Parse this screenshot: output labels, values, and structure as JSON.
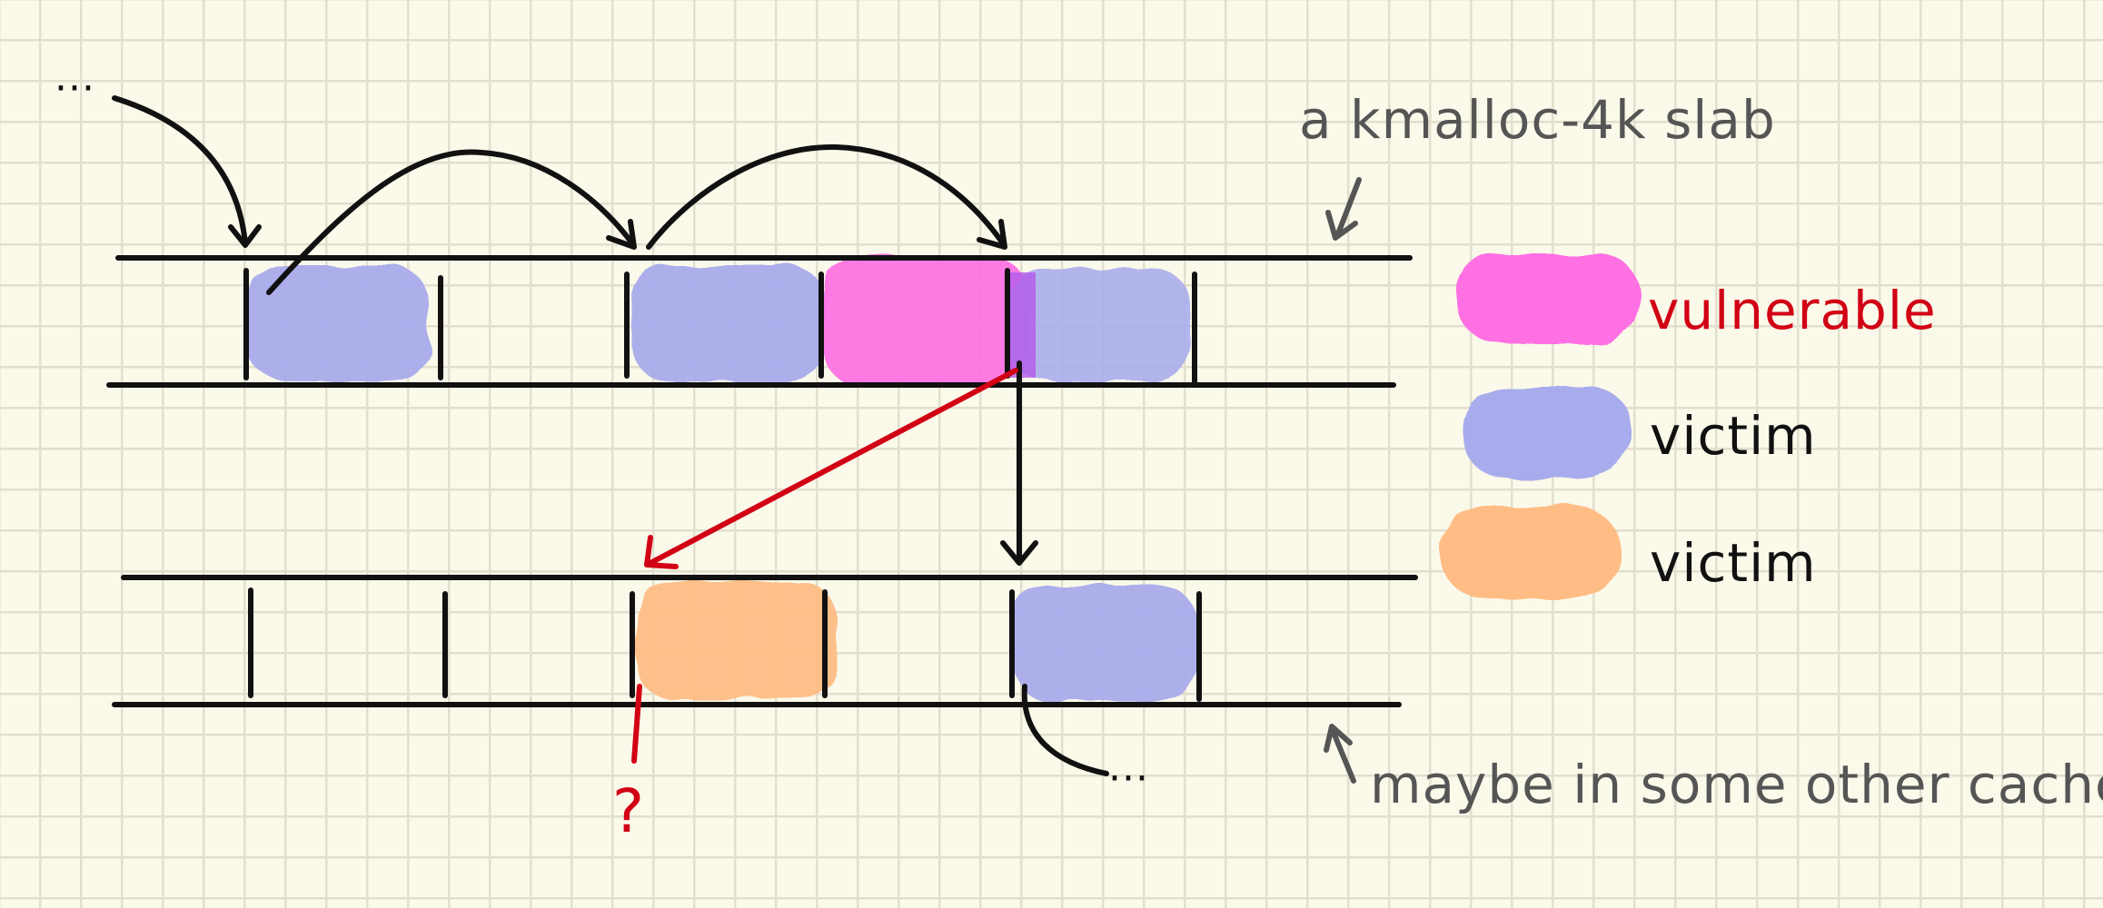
{
  "colors": {
    "paper": "#fbf9ea",
    "grid": "#e2dfcf",
    "ink": "#111111",
    "gray_ink": "#555555",
    "red_ink": "#d10014",
    "vulnerable_fill": "#ff6fe3",
    "victim_blue_fill": "#a9acec",
    "victim_orange_fill": "#ffbd85"
  },
  "labels": {
    "slab": "a kmalloc-4k slab",
    "other_cache": "maybe in some other cache",
    "question": "?",
    "ellipsis_left": "···",
    "ellipsis_right": "···"
  },
  "legend": [
    {
      "label": "vulnerable",
      "color": "#ff6fe3",
      "text_color": "#d10014"
    },
    {
      "label": "victim",
      "color": "#a9acec",
      "text_color": "#111111"
    },
    {
      "label": "victim",
      "color": "#ffbd85",
      "text_color": "#111111"
    }
  ]
}
